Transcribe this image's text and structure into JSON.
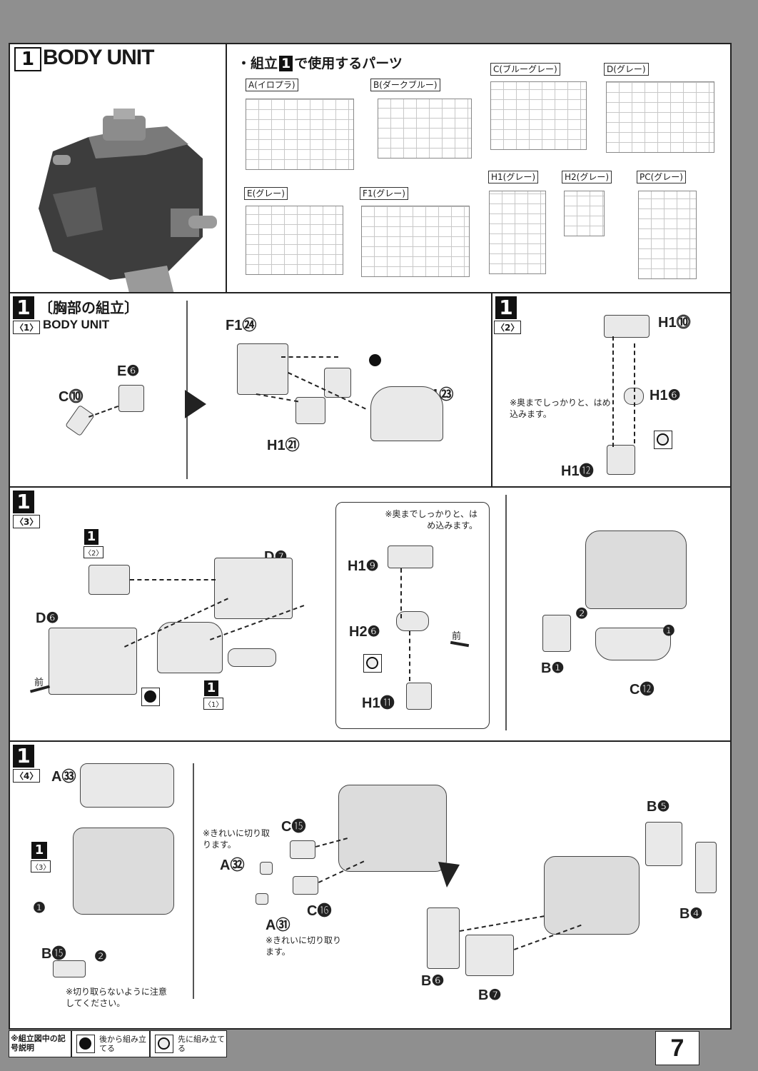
{
  "header": {
    "step_number": "1",
    "title": "BODY UNIT",
    "parts_heading": "・組立",
    "parts_heading_num": "1",
    "parts_heading_tail": "で使用するパーツ"
  },
  "runners": [
    {
      "label": "A(イロプラ)"
    },
    {
      "label": "B(ダークブルー)"
    },
    {
      "label": "C(ブルーグレー)"
    },
    {
      "label": "D(グレー)"
    },
    {
      "label": "E(グレー)"
    },
    {
      "label": "F1(グレー)"
    },
    {
      "label": "H1(グレー)"
    },
    {
      "label": "H2(グレー)"
    },
    {
      "label": "PC(グレー)"
    }
  ],
  "step1": {
    "num": "1",
    "sub": "〈1〉",
    "title": "〔胸部の組立〕",
    "unit": "BODY UNIT",
    "labels": {
      "c10": "C⓾",
      "e6": "E❻",
      "f1_24": "F1㉔",
      "f1_23": "F1㉓",
      "h1_21": "H1㉑"
    }
  },
  "step2": {
    "num": "1",
    "sub": "〈2〉",
    "labels": {
      "h1_10": "H1⓾",
      "h1_6": "H1❻",
      "h1_12": "H1⓬"
    },
    "note": "※奥までしっかりと、はめ込みます。"
  },
  "step3": {
    "num": "1",
    "sub": "〈3〉",
    "ref_a": "1",
    "ref_a_sub": "〈2〉",
    "ref_b": "1",
    "ref_b_sub": "〈1〉",
    "labels": {
      "d7": "D❼",
      "d6": "D❻",
      "front1": "前",
      "front2": "前",
      "h1_9": "H1❾",
      "h2_6": "H2❻",
      "h1_11": "H1⓫",
      "b1": "B❶",
      "c12": "C⓬",
      "n1": "❶",
      "n2": "❷"
    },
    "note": "※奥までしっかりと、はめ込みます。"
  },
  "step4": {
    "num": "1",
    "sub": "〈4〉",
    "ref": "1",
    "ref_sub": "〈3〉",
    "labels": {
      "a33": "A㉝",
      "b15": "B⓯",
      "c15": "C⓯",
      "a32": "A㉜",
      "c16": "C⓰",
      "a31": "A㉛",
      "b5": "B❺",
      "b4": "B❹",
      "b6": "B❻",
      "b7": "B❼",
      "n1": "❶",
      "n2": "❷"
    },
    "note_clean1": "※きれいに切り取ります。",
    "note_clean2": "※きれいに切り取ります。",
    "note_careful": "※切り取らないように注意してください。"
  },
  "legend": {
    "title": "※組立図中の記号説明",
    "item1": "後から組み立てる",
    "item2": "先に組み立てる"
  },
  "page_number": "7"
}
